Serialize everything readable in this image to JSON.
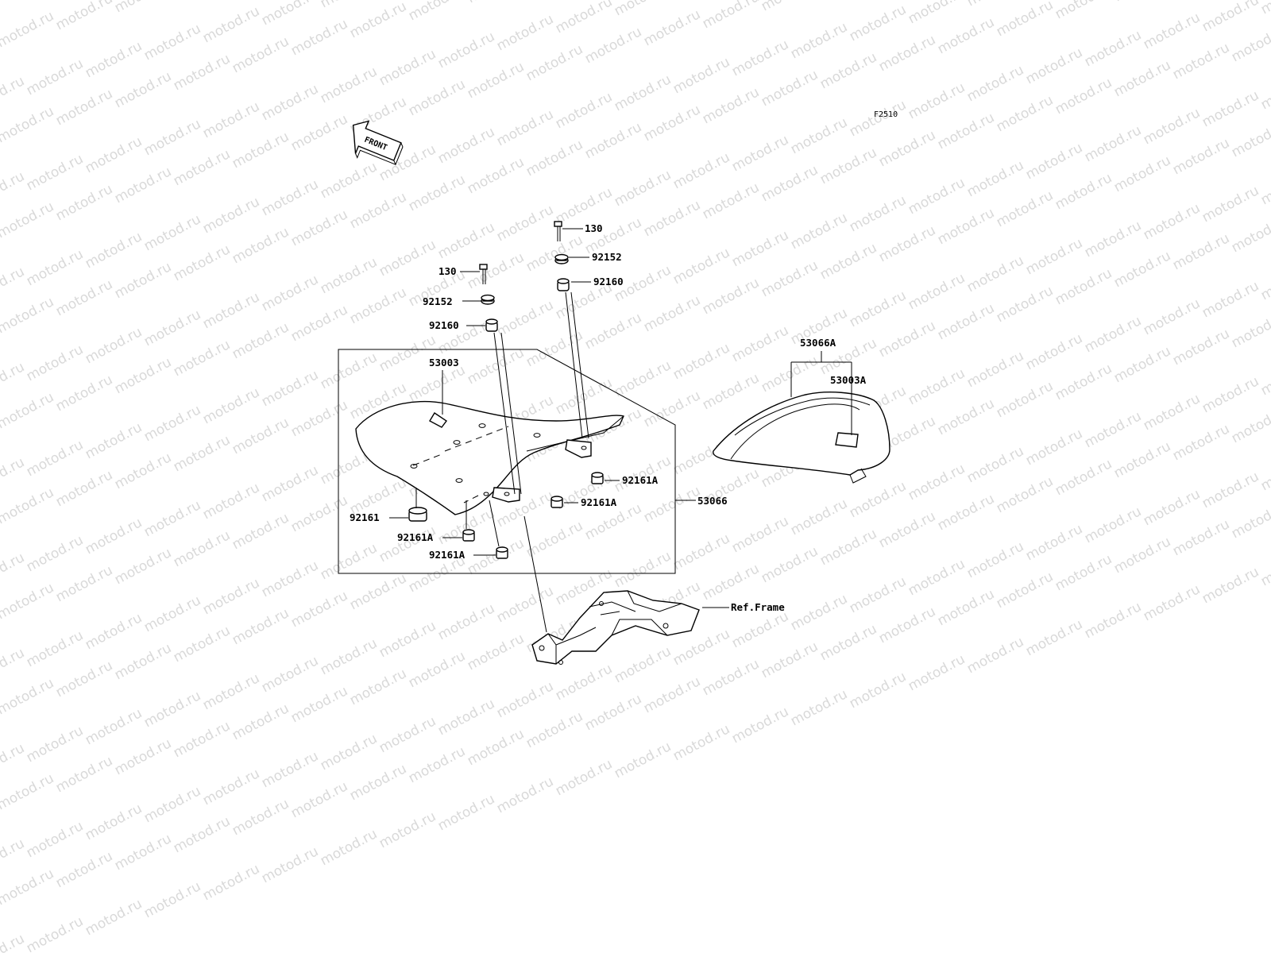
{
  "drawing_code": "F2510",
  "direction_label": "FRONT",
  "watermark": "motod.ru",
  "group_box_label": "53066",
  "callouts": {
    "bolt_right": "130",
    "washer_right": "92152",
    "damper_right": "92160",
    "bolt_left": "130",
    "washer_left": "92152",
    "damper_left": "92160",
    "seat_front": "53003",
    "damper_bottom": "92161",
    "damper_a_1": "92161A",
    "damper_a_2": "92161A",
    "damper_a_3": "92161A",
    "damper_a_4": "92161A",
    "rear_cover_group": "53066A",
    "rear_cover": "53003A",
    "frame_ref": "Ref.Frame"
  },
  "colors": {
    "line": "#000000",
    "background": "#ffffff",
    "watermark": "#d9d9d9"
  }
}
